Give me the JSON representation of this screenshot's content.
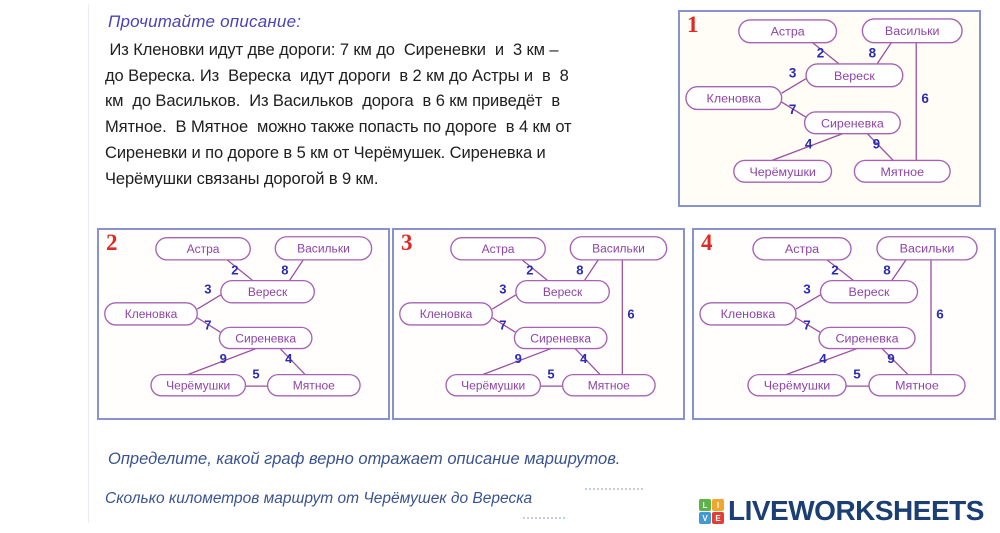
{
  "page": {
    "heading": "Прочитайте описание:",
    "description": " Из Кленовки идут две дороги: 7 км до  Сиреневки  и  3 км –\nдо Вереска. Из  Вереска  идут дороги  в 2 км до Астры и  в  8\nкм  до Васильков.  Из Васильков  дорога  в 6 км приведёт  в\nМятное.  В Мятное  можно также попасть по дороге  в 4 км от\nСиреневки и по дороге в 5 км от Черёмушек. Сиреневка и\nЧерёмушки связаны дорогой в 9 км.",
    "question1": "Определите, какой граф верно отражает  описание маршрутов.",
    "question2": "Сколько километров маршрут от Черёмушек до Вереска"
  },
  "colors": {
    "heading": "#4a42b8",
    "box_border": "#8793cf",
    "graph_number": "#dd2a26",
    "node_stroke": "#a763b3",
    "node_text": "#8e44a8",
    "edge_line": "#9b4fa0",
    "edge_weight": "#2b2bb5",
    "question_text": "#3a5390",
    "logo_navy": "#1b3e74"
  },
  "nodes": {
    "astra": "Астра",
    "vasilki": "Васильки",
    "veresk": "Вереск",
    "klenovka": "Кленовка",
    "sirenevka": "Сиреневка",
    "cheryomushki": "Черёмушки",
    "myatnoe": "Мятное"
  },
  "graphs": [
    {
      "number": "1",
      "edges": [
        {
          "a": "astra",
          "b": "veresk",
          "w": "2"
        },
        {
          "a": "vasilki",
          "b": "veresk",
          "w": "8"
        },
        {
          "a": "klenovka",
          "b": "veresk",
          "w": "3"
        },
        {
          "a": "klenovka",
          "b": "sirenevka",
          "w": "7"
        },
        {
          "a": "vasilki",
          "b": "myatnoe",
          "w": "6"
        },
        {
          "a": "cheryomushki",
          "b": "sirenevka",
          "w": "4"
        },
        {
          "a": "sirenevka",
          "b": "myatnoe",
          "w": "9"
        }
      ]
    },
    {
      "number": "2",
      "edges": [
        {
          "a": "astra",
          "b": "veresk",
          "w": "2"
        },
        {
          "a": "vasilki",
          "b": "veresk",
          "w": "8"
        },
        {
          "a": "klenovka",
          "b": "veresk",
          "w": "3"
        },
        {
          "a": "klenovka",
          "b": "sirenevka",
          "w": "7"
        },
        {
          "a": "cheryomushki",
          "b": "sirenevka",
          "w": "9"
        },
        {
          "a": "sirenevka",
          "b": "myatnoe",
          "w": "4"
        },
        {
          "a": "cheryomushki",
          "b": "myatnoe",
          "w": "5"
        }
      ]
    },
    {
      "number": "3",
      "edges": [
        {
          "a": "astra",
          "b": "veresk",
          "w": "2"
        },
        {
          "a": "vasilki",
          "b": "veresk",
          "w": "8"
        },
        {
          "a": "klenovka",
          "b": "veresk",
          "w": "3"
        },
        {
          "a": "klenovka",
          "b": "sirenevka",
          "w": "7"
        },
        {
          "a": "vasilki",
          "b": "myatnoe",
          "w": "6"
        },
        {
          "a": "cheryomushki",
          "b": "sirenevka",
          "w": "9"
        },
        {
          "a": "sirenevka",
          "b": "myatnoe",
          "w": "4"
        },
        {
          "a": "cheryomushki",
          "b": "myatnoe",
          "w": "5"
        }
      ]
    },
    {
      "number": "4",
      "edges": [
        {
          "a": "astra",
          "b": "veresk",
          "w": "2"
        },
        {
          "a": "vasilki",
          "b": "veresk",
          "w": "8"
        },
        {
          "a": "klenovka",
          "b": "veresk",
          "w": "3"
        },
        {
          "a": "klenovka",
          "b": "sirenevka",
          "w": "7"
        },
        {
          "a": "vasilki",
          "b": "myatnoe",
          "w": "6"
        },
        {
          "a": "cheryomushki",
          "b": "sirenevka",
          "w": "4"
        },
        {
          "a": "sirenevka",
          "b": "myatnoe",
          "w": "9"
        },
        {
          "a": "cheryomushki",
          "b": "myatnoe",
          "w": "5"
        }
      ]
    }
  ],
  "logo": {
    "text": "LIVEWORKSHEETS",
    "blocks": [
      {
        "letter": "L",
        "color": "#5cb34a"
      },
      {
        "letter": "I",
        "color": "#f0a72e"
      },
      {
        "letter": "V",
        "color": "#3f9ad6"
      },
      {
        "letter": "E",
        "color": "#e04038"
      }
    ]
  }
}
